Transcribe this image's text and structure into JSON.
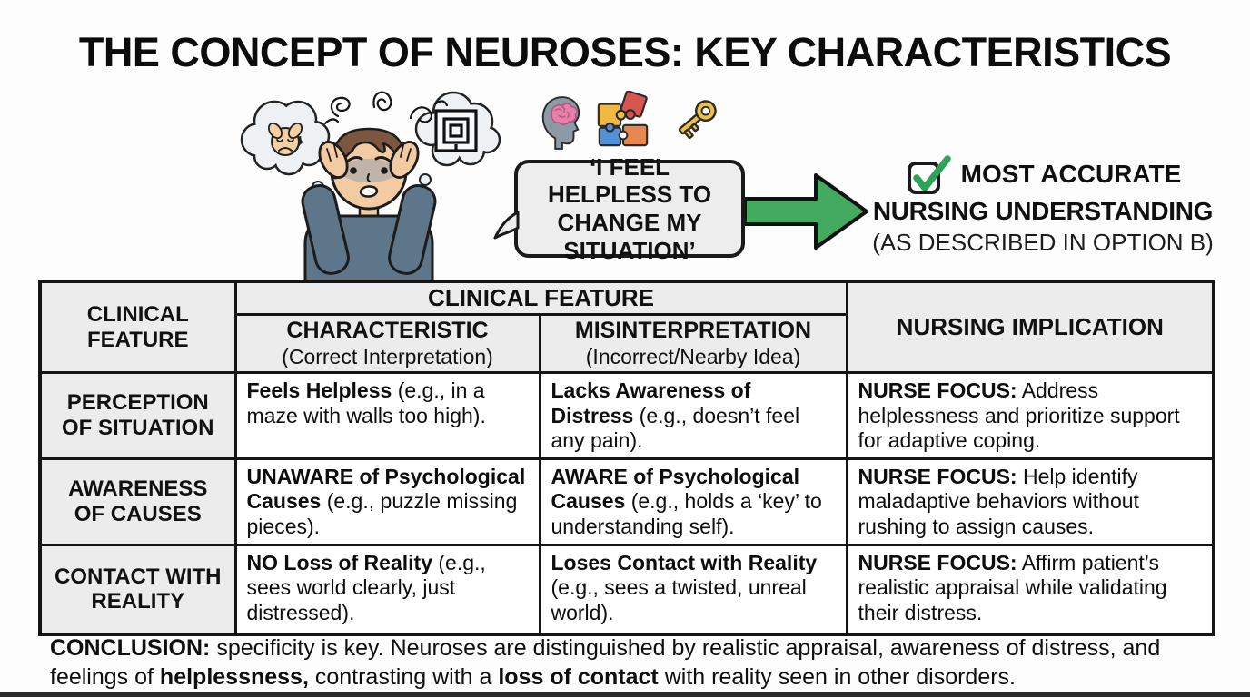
{
  "title": "THE CONCEPT OF NEUROSES: KEY CHARACTERISTICS",
  "illustration": {
    "speech_bubble": "‘I FEEL HELPLESS TO CHANGE MY SITUATION’",
    "verdict_line1": "MOST ACCURATE",
    "verdict_line2": "NURSING UNDERSTANDING",
    "verdict_line3": "(AS DESCRIBED IN OPTION B)",
    "icons": [
      "distressed-face-thought-bubble",
      "maze-thought-bubble",
      "brain-in-head-icon",
      "puzzle-pieces-icon",
      "key-icon",
      "checked-checkbox-icon",
      "green-arrow-icon"
    ]
  },
  "table": {
    "corner_header": "CLINICAL FEATURE",
    "group_header": "CLINICAL FEATURE",
    "characteristic_header": {
      "title": "CHARACTERISTIC",
      "subtitle": "(Correct Interpretation)"
    },
    "misinterpretation_header": {
      "title": "MISINTERPRETATION",
      "subtitle": "(Incorrect/Nearby Idea)"
    },
    "implication_header": "NURSING IMPLICATION",
    "rows": [
      {
        "feature": "PERCEPTION OF SITUATION",
        "characteristic_lead": "Feels Helpless",
        "characteristic_rest": " (e.g., in a maze with walls too high).",
        "misinterpretation_lead": "Lacks Awareness of Distress",
        "misinterpretation_rest": " (e.g., doesn’t feel any pain).",
        "implication_lead": "NURSE FOCUS:",
        "implication_rest": " Address helplessness and prioritize support for adaptive coping."
      },
      {
        "feature": "AWARENESS OF CAUSES",
        "characteristic_lead": "UNAWARE of Psychological Causes",
        "characteristic_rest": " (e.g., puzzle missing pieces).",
        "misinterpretation_lead": "AWARE of Psychological Causes",
        "misinterpretation_rest": " (e.g., holds a ‘key’ to understanding self).",
        "implication_lead": "NURSE FOCUS:",
        "implication_rest": " Help identify maladaptive behaviors without rushing to assign causes."
      },
      {
        "feature": "CONTACT WITH REALITY",
        "characteristic_lead": "NO Loss of Reality",
        "characteristic_rest": " (e.g., sees world clearly, just distressed).",
        "misinterpretation_lead": "Loses Contact with Reality",
        "misinterpretation_rest": " (e.g., sees a twisted, unreal world).",
        "implication_lead": "NURSE FOCUS:",
        "implication_rest": " Affirm patient’s realistic appraisal while validating their distress."
      }
    ]
  },
  "conclusion": {
    "lead": "CONCLUSION:",
    "part1": " specificity is key. Neuroses are distinguished by realistic appraisal, awareness of distress, and feelings of ",
    "bold1": "helplessness,",
    "part2": " contrasting with a ",
    "bold2": "loss of contact",
    "part3": " with reality seen in other disorders."
  },
  "colors": {
    "arrow_green": "#43aa5f",
    "check_green": "#2da35a",
    "table_header_bg": "#ececec",
    "speech_bubble_bg": "#ededed",
    "sweater_blue": "#5d7689",
    "key_gold": "#ecc043",
    "brain_pink": "#e87fa8",
    "puzzle_yellow": "#f2b844",
    "puzzle_red": "#d8564f",
    "puzzle_blue": "#5291d8",
    "puzzle_orange": "#e8874e"
  }
}
